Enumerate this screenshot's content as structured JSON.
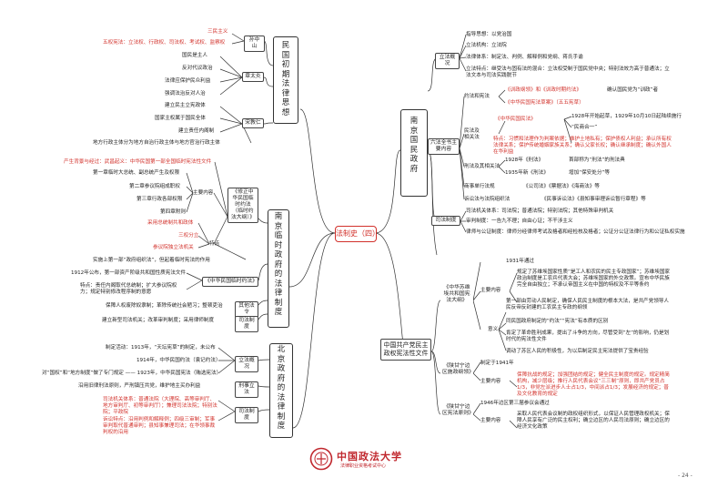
{
  "center": "法制史（四）",
  "left": {
    "b1": {
      "title": "民国初期法律思想",
      "sun": "孙中山",
      "sun_items": [
        "三民主义",
        "五权宪法：立法权、行政权、司法权、考试权、监察权"
      ],
      "zhang": "章太炎",
      "zhang_items": [
        "国民是主人",
        "反对代议政治",
        "法律应保护民众利益",
        "强调法治反对人治"
      ],
      "song": "宋教仁",
      "song_items": [
        "建立民主立宪政体",
        "国家主权属于国民全体",
        "建立责任内阁制",
        "地方行政主体分为地方自治行政主体与地方官治行政主体"
      ]
    },
    "b2": {
      "title": "南京临时政府的法律制度",
      "yuefa": "《修正中华民国临时约法（临时约法大纲）》",
      "yuefa_items": [
        "产生背景与经过：武昌起义：中华民国第一部全国临时宪法性文件"
      ],
      "content": "主要内容",
      "content_items": [
        "第一章临时大总统、副总统产生及权限",
        "第二章参议院组成职权",
        "第三章行政各部权限",
        "第四章附则"
      ],
      "feature": "特点",
      "feature_items": [
        "采用总统制共和政体",
        "三权分立",
        "参议院独立法机关"
      ],
      "impl": "实施上第一部“政府组织法”，但起着临时宪法的作用",
      "yuefa2": "《中华民国临时约法》",
      "yuefa2_items": [
        "1912年公布，第一部资产阶级共和国性质宪法文件",
        "特点：责任内阁取代总统制；扩大参议院权力；规定特别修改程序制的意愿"
      ],
      "other": "其他法令",
      "other_item": "保障人权废除奴隶制；革除传统社会陋习；整顿吏治",
      "judicial": "司法制度",
      "judicial_item": "建立新型司法机关；改革审判制度；采用律师制度"
    },
    "b3": {
      "title": "北京政府的法律制度",
      "const": "立法概况",
      "const_items": [
        "制定活动：1913年，“天坛宪草”的制定，未公布",
        "1914年，中华民国约法（袁记约法）",
        "对“国权”和“地方制度”做了专门规定 —— 1923年，中华民国宪法（贿选宪法）"
      ],
      "criminal": "刑事立法",
      "criminal_item": "沿用旧律刑法原则，严刑镇压共党，维护地主买办利益",
      "judicial": "司法制度",
      "judicial_items": [
        "司法机关体系：普通法院（大理院、高等审判厅、地方审判厅、初等审判厅）；兼理司法法院；特别法院；平政院",
        "诉讼特点：沿用判例和解释例；四级三审制；军事审判取代普通审判；县知事兼理司法；在华领事裁判权的沿用"
      ]
    }
  },
  "right": {
    "b1": {
      "title": "南京国民政府",
      "overview": "立法概况",
      "overview_items": [
        "指导思想：以党治国",
        "立法机构：立法院",
        "法律体系：制定法、判例、解释例和党纲、蒋氏手谕",
        "立法特点：继受法与固有法的混合：立法权受制于国民党中央；特别法效力高于普通法；立法文本与司法实践脱节"
      ],
      "six": "六法全书主要内容",
      "xianfa": "约法和宪法",
      "xianfa_items": [
        "《训政纲领》和《训政时期约法》",
        "确认国民党为“训政”者",
        "《中华民国宪法草案》（五五宪草）"
      ],
      "minfa": "民法及相关法",
      "minfa_label": "《中华民国民法》",
      "minfa_items": [
        "1928年开始起草，1929年10月10日起陆续施行",
        "“民商合一”",
        "特点：习惯和法理作为判案依据；维护土地私有；保护债权人利益；承认所有权法律关系；保护传统婚姻家族关系；确认父家长权；确认继承制度；确认外国人在华利益"
      ],
      "xingfa": "刑法及其相关法",
      "xingfa_items": [
        "1928年《刑法》",
        "首部称为“刑法”的刑法典",
        "1935年新《刑法》",
        "增加“保安处分”等"
      ],
      "shangfa": "商事单行法规",
      "shangfa_item": "《公司法》《票据法》《海商法》等",
      "susong": "诉讼法与法院组织法",
      "susong_item": "《民事诉讼法》《县知事审理诉讼暂行章程》等",
      "sifa": "司法制度",
      "sifa_items": [
        "司法机关体系：司法院；普通法院；特别法院；其他特殊审判机关",
        "审判制度：一告九不理；自由心证；不干涉主义",
        "律师与公证制度：律师分经律师考试及格者和经检核及格者；公证分公证法律行为和公证私权实施"
      ]
    },
    "b2": {
      "title": "中国共产党民主政权宪法性文件",
      "doc1": "《中华苏维埃共和国宪法大纲》",
      "doc1_items": [
        "1931年通过",
        "规定了苏维埃国家性质“是工人和农民的民主专政国家”；苏维埃国家政治制度是工农兵代表大会；苏维埃国家的外交政策。宣布中华民族完全自由独立；不承认帝国主义在中国的特权及不平等条约",
        "主要内容",
        "第一部由劳动人民制定，确保人民民主制度的根本大法，是共产党领导人民反帝反封建的工农民主专政的纲领",
        "同民国政府制定的“约法”“宪法”有本质的区别",
        "意义",
        "肯定了革命胜利成果，提出了斗争的方向，尽管受到“左”的影响，仍是划时代的宪法性文件",
        "调动了苏区人民的积极性，为以后制定民主宪法提供了宝贵经验"
      ],
      "doc2": "《陕甘宁边区施政纲领》",
      "doc2_items": [
        "制定于1941年",
        "主要内容",
        "保障抗战的规定；加强团结的规定；健全民主制度的规定。规定精简机构，减少层级；推行人民代表会议“三三制”原则，即共产党员占1/3，非党左派进步人士占1/3，中间派占1/3；发展经济的规定；普及文化教育的规定"
      ],
      "doc3": "《陕甘宁边区宪法原则》",
      "doc3_items": [
        "1946年边区第三届参议会通过",
        "主要内容",
        "采取人民代表会议制的政权组织形式，以保证人民管理政权机关；保障人民享有广泛的民主权利；确立边区的人民司法原则；确立边区的经济文化政策"
      ]
    }
  },
  "footer": {
    "logo_text": "中国政法大学",
    "logo_sub": "法律职业资格考试中心",
    "page": "- 24 -"
  },
  "colors": {
    "accent": "#d2312b",
    "line": "#333333"
  }
}
